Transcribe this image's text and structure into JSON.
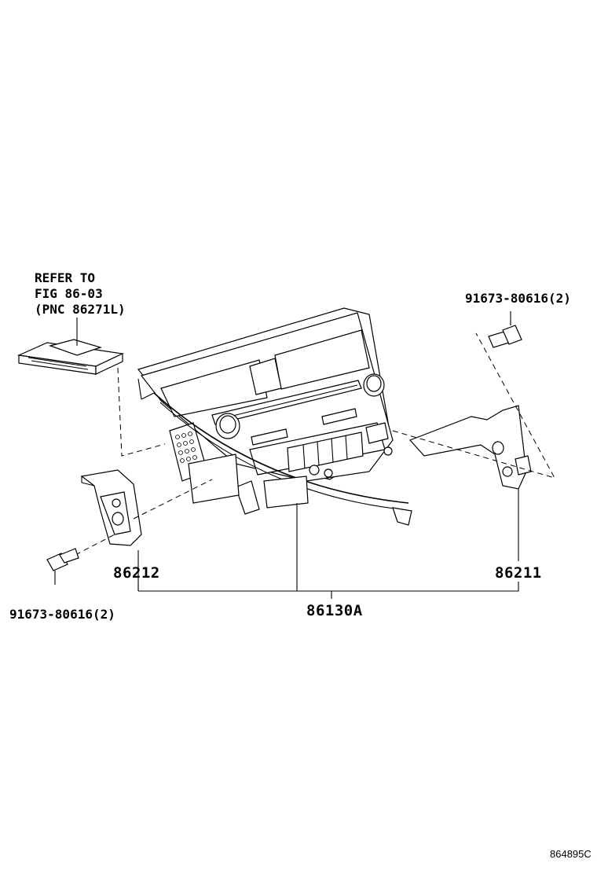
{
  "diagram": {
    "reference_note": {
      "line1": "REFER TO",
      "line2": "FIG 86-03",
      "line3": "(PNC 86271L)"
    },
    "labels": {
      "bolt_right": "91673-80616(2)",
      "bolt_left": "91673-80616(2)",
      "bracket_left": "86212",
      "bracket_right": "86211",
      "assembly": "86130A"
    },
    "figure_id": "864895C"
  }
}
